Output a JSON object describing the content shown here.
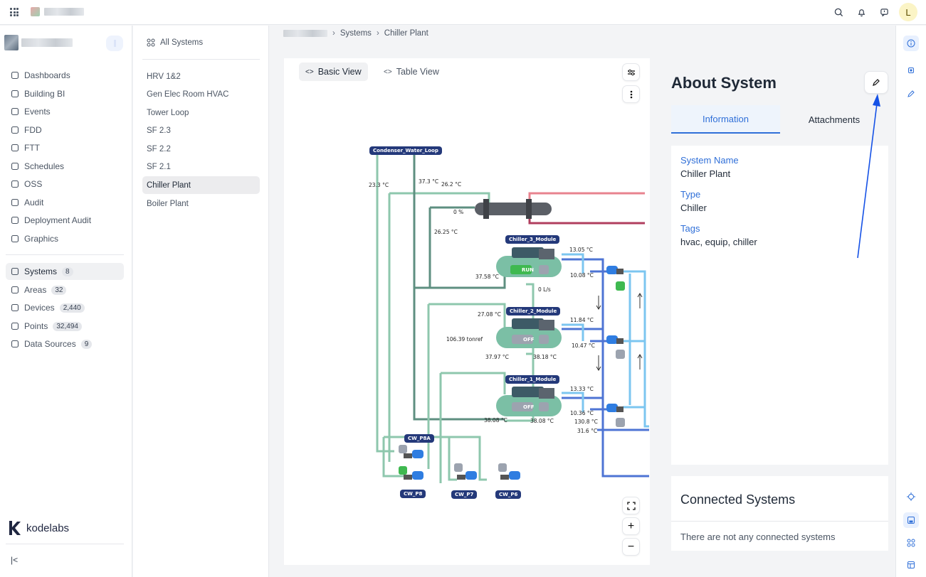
{
  "topbar": {
    "icons": [
      "apps-grid-icon",
      "search-icon",
      "bell-icon",
      "chat-icon"
    ],
    "avatar_letter": "L"
  },
  "sidebar": {
    "items": [
      {
        "label": "Dashboards",
        "icon": "dashboard-icon"
      },
      {
        "label": "Building BI",
        "icon": "chart-icon"
      },
      {
        "label": "Events",
        "icon": "events-icon"
      },
      {
        "label": "FDD",
        "icon": "fdd-icon"
      },
      {
        "label": "FTT",
        "icon": "ftt-icon"
      },
      {
        "label": "Schedules",
        "icon": "calendar-icon"
      },
      {
        "label": "OSS",
        "icon": "clock-icon"
      },
      {
        "label": "Audit",
        "icon": "audit-icon"
      },
      {
        "label": "Deployment Audit",
        "icon": "deployment-icon"
      },
      {
        "label": "Graphics",
        "icon": "graphics-icon"
      }
    ],
    "data_items": [
      {
        "label": "Systems",
        "badge": "8",
        "icon": "systems-icon"
      },
      {
        "label": "Areas",
        "badge": "32",
        "icon": "layers-icon"
      },
      {
        "label": "Devices",
        "badge": "2,440",
        "icon": "chip-icon"
      },
      {
        "label": "Points",
        "badge": "32,494",
        "icon": "signal-icon"
      },
      {
        "label": "Data Sources",
        "badge": "9",
        "icon": "datasource-icon"
      }
    ],
    "logo_text": "kodelabs"
  },
  "subpanel": {
    "header": "All Systems",
    "items": [
      "HRV 1&2",
      "Gen Elec Room HVAC",
      "Tower Loop",
      "SF 2.3",
      "SF 2.2",
      "SF 2.1",
      "Chiller Plant",
      "Boiler Plant"
    ],
    "active": "Chiller Plant"
  },
  "breadcrumb": {
    "items": [
      "Systems",
      "Chiller Plant"
    ]
  },
  "view": {
    "basic_label": "Basic View",
    "table_label": "Table View"
  },
  "about": {
    "title": "About System",
    "tabs": [
      "Information",
      "Attachments"
    ],
    "fields": [
      {
        "label": "System Name",
        "value": "Chiller Plant"
      },
      {
        "label": "Type",
        "value": "Chiller"
      },
      {
        "label": "Tags",
        "value": "hvac, equip, chiller"
      }
    ],
    "connected_title": "Connected Systems",
    "connected_empty": "There are not any connected systems"
  },
  "diagram": {
    "loop_label": "Condenser_Water_Loop",
    "readings": {
      "t1": "23.3 °C",
      "t2": "37.3 °C",
      "t3": "26.2 °C",
      "valve": "0 %",
      "t4": "26.25 °C",
      "c3_out": "13.05 °C",
      "c3_in": "10.08 °C",
      "c3_cond": "37.58 °C",
      "flow": "0 L/s",
      "c2_t": "27.08 °C",
      "c2_out": "11.84 °C",
      "c2_in": "10.47 °C",
      "tonref": "106.39 tonref",
      "c2_a": "37.97 °C",
      "c2_b": "38.18 °C",
      "c1_out": "13.33 °C",
      "c1_in": "10.36 °C",
      "c1_a": "38.08 °C",
      "c1_b": "38.08 °C",
      "s1": "130.8 °C",
      "s2": "31.6 °C"
    },
    "chillers": [
      {
        "name": "Chiller_3_Module",
        "status": "RUN"
      },
      {
        "name": "Chiller_2_Module",
        "status": "OFF"
      },
      {
        "name": "Chiller_1_Module",
        "status": "OFF"
      }
    ],
    "pumps": [
      "CW_P8A",
      "CW_P8",
      "CW_P7",
      "CW_P6"
    ],
    "colors": {
      "run": "#3fb950",
      "off": "#9ca3af",
      "label_bg": "#24397a"
    }
  }
}
